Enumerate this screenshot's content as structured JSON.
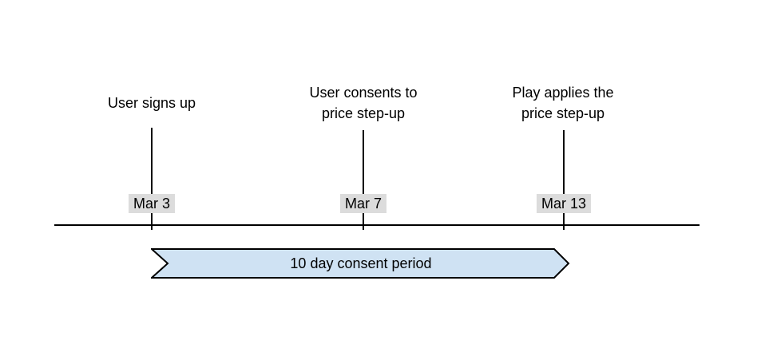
{
  "diagram": {
    "events": [
      {
        "lines": [
          "User signs up"
        ],
        "date": "Mar 3"
      },
      {
        "lines": [
          "User consents to",
          "price step-up"
        ],
        "date": "Mar 7"
      },
      {
        "lines": [
          "Play applies the",
          "price step-up"
        ],
        "date": "Mar 13"
      }
    ],
    "banner": {
      "label": "10 day consent period",
      "fill": "#cfe2f3",
      "stroke": "#000000"
    },
    "colors": {
      "background": "#ffffff",
      "line": "#000000",
      "date_chip_bg": "#dcdcdc",
      "text": "#000000"
    }
  }
}
